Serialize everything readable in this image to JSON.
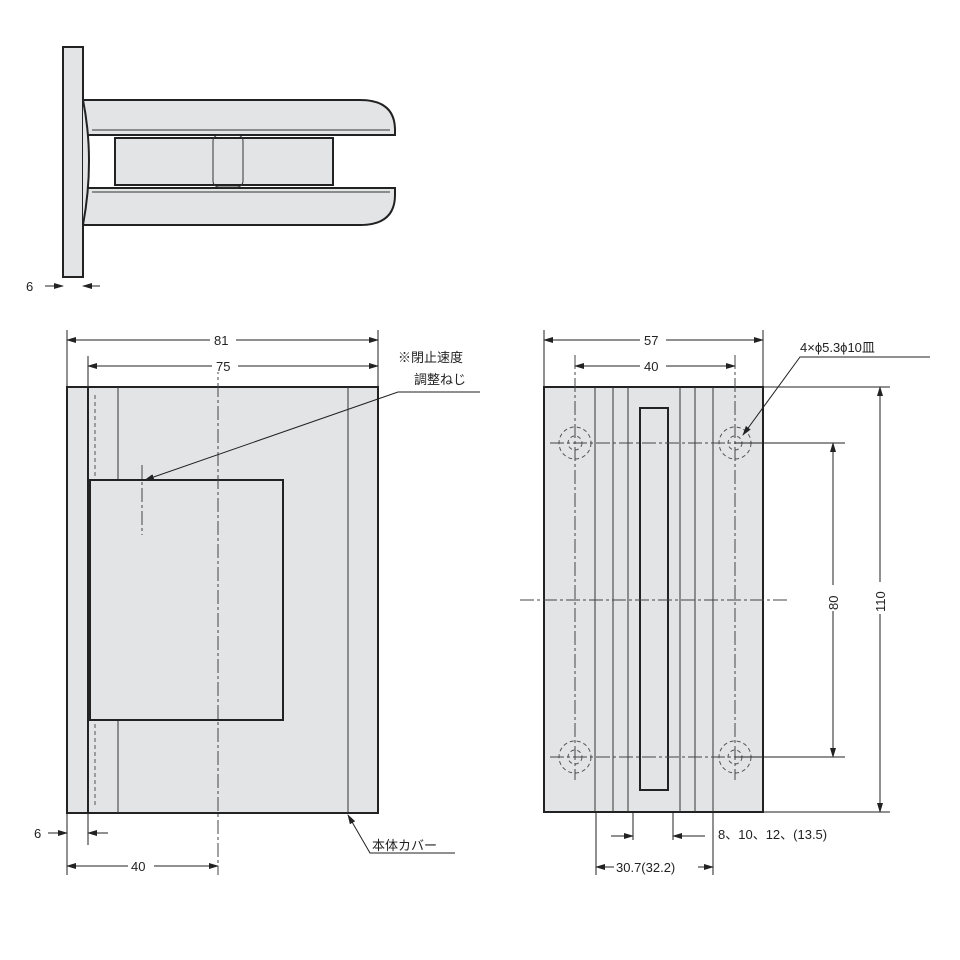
{
  "top_view": {
    "dim_wall": "6"
  },
  "front_view": {
    "dim_overall_width": "81",
    "dim_inner_width": "75",
    "dim_wall": "6",
    "dim_center": "40",
    "note_line1": "※閉止速度",
    "note_line2": "調整ねじ",
    "cover_label": "本体カバー"
  },
  "side_view": {
    "dim_overall_width": "57",
    "dim_hole_pitch_x": "40",
    "hole_spec": "4×ϕ5.3ϕ10皿",
    "dim_hole_pitch_y": "80",
    "dim_height": "110",
    "glass_thickness": "8、10、12、(13.5)",
    "dim_depth": "30.7(32.2)"
  },
  "colors": {
    "part_fill": "#e3e4e6",
    "line": "#222222"
  }
}
